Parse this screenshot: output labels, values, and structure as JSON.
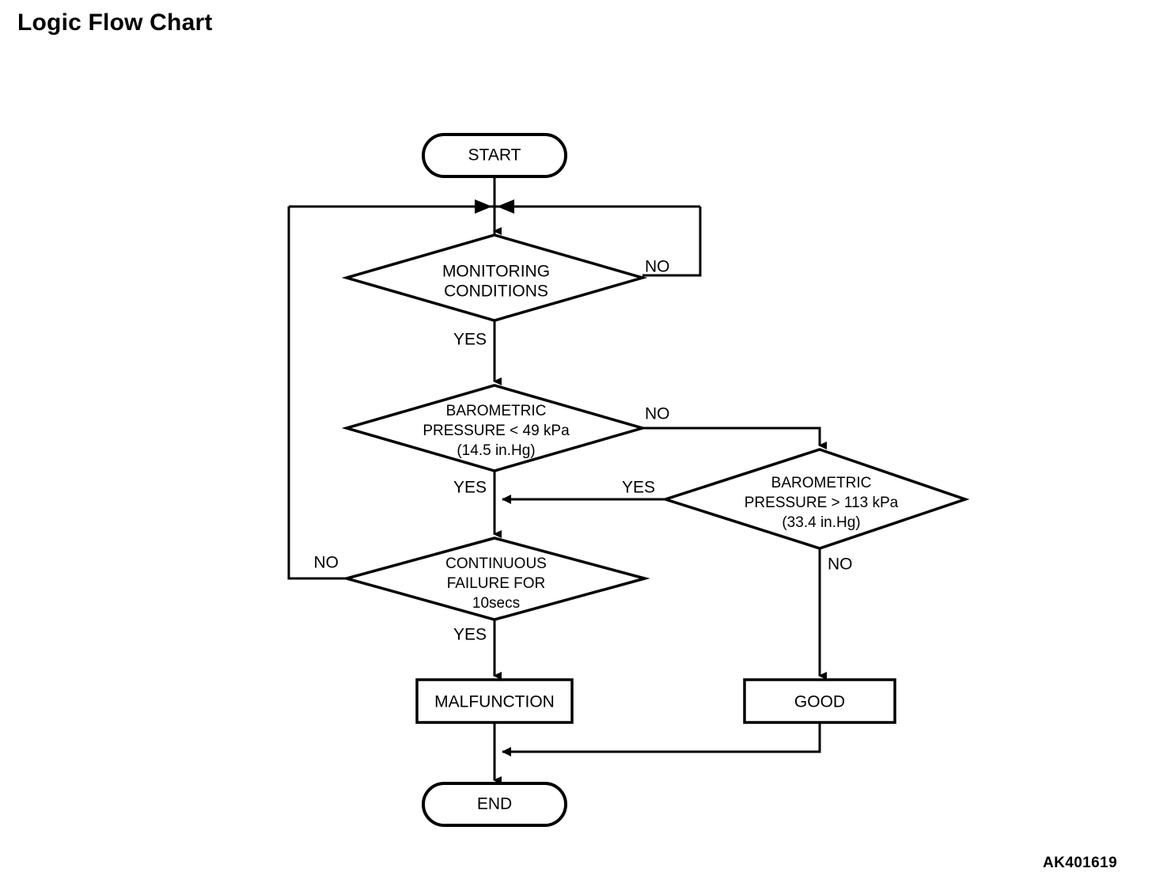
{
  "page": {
    "title": "Logic Flow Chart",
    "figure_code": "AK401619",
    "background_color": "#ffffff",
    "line_color": "#000000"
  },
  "chart_data": {
    "type": "diagram",
    "diagram_kind": "flowchart",
    "title": "Logic Flow Chart",
    "nodes": [
      {
        "id": "start",
        "shape": "terminator",
        "label": "START"
      },
      {
        "id": "monitoring",
        "shape": "decision",
        "lines": [
          "MONITORING",
          "CONDITIONS"
        ]
      },
      {
        "id": "baro_low",
        "shape": "decision",
        "lines": [
          "BAROMETRIC",
          "PRESSURE < 49 kPa",
          "(14.5 in.Hg)"
        ]
      },
      {
        "id": "baro_high",
        "shape": "decision",
        "lines": [
          "BAROMETRIC",
          "PRESSURE > 113 kPa",
          "(33.4 in.Hg)"
        ]
      },
      {
        "id": "continuous",
        "shape": "decision",
        "lines": [
          "CONTINUOUS",
          "FAILURE FOR",
          "10secs"
        ]
      },
      {
        "id": "malfunction",
        "shape": "process",
        "label": "MALFUNCTION"
      },
      {
        "id": "good",
        "shape": "process",
        "label": "GOOD"
      },
      {
        "id": "end",
        "shape": "terminator",
        "label": "END"
      }
    ],
    "edges": [
      {
        "from": "start",
        "to": "monitoring",
        "label": ""
      },
      {
        "from": "monitoring",
        "to": "baro_low",
        "label": "YES"
      },
      {
        "from": "monitoring",
        "to": "monitoring",
        "label": "NO"
      },
      {
        "from": "baro_low",
        "to": "continuous",
        "label": "YES"
      },
      {
        "from": "baro_low",
        "to": "baro_high",
        "label": "NO"
      },
      {
        "from": "baro_high",
        "to": "continuous",
        "label": "YES"
      },
      {
        "from": "baro_high",
        "to": "good",
        "label": "NO"
      },
      {
        "from": "continuous",
        "to": "malfunction",
        "label": "YES"
      },
      {
        "from": "continuous",
        "to": "monitoring",
        "label": "NO"
      },
      {
        "from": "malfunction",
        "to": "end",
        "label": ""
      },
      {
        "from": "good",
        "to": "end",
        "label": ""
      }
    ]
  },
  "nodes": {
    "start": {
      "label": "START"
    },
    "monitoring": {
      "line1": "MONITORING",
      "line2": "CONDITIONS"
    },
    "baro_low": {
      "line1": "BAROMETRIC",
      "line2": "PRESSURE < 49 kPa",
      "line3": "(14.5 in.Hg)"
    },
    "baro_high": {
      "line1": "BAROMETRIC",
      "line2": "PRESSURE > 113 kPa",
      "line3": "(33.4 in.Hg)"
    },
    "continuous": {
      "line1": "CONTINUOUS",
      "line2": "FAILURE FOR",
      "line3": "10secs"
    },
    "malfunction": {
      "label": "MALFUNCTION"
    },
    "good": {
      "label": "GOOD"
    },
    "end": {
      "label": "END"
    }
  },
  "labels": {
    "monitoring_no": "NO",
    "monitoring_yes": "YES",
    "baro_low_no": "NO",
    "baro_low_yes": "YES",
    "baro_high_yes": "YES",
    "baro_high_no": "NO",
    "continuous_no": "NO",
    "continuous_yes": "YES"
  }
}
